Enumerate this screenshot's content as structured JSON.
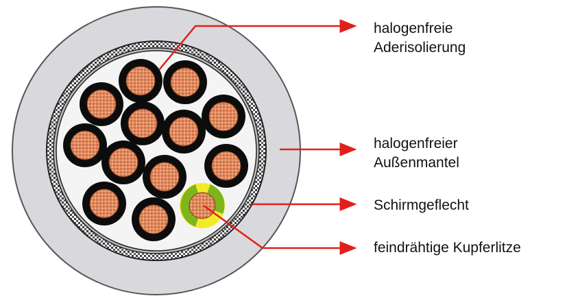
{
  "labels": {
    "insulation": [
      "halogenfreie",
      "Aderisolierung"
    ],
    "outer_sheath": [
      "halogenfreier",
      "Außenmantel"
    ],
    "shield": "Schirmgeflecht",
    "conductor": "feindrähtige Kupferlitze"
  },
  "colors": {
    "arrow": "#e0201b",
    "sheath": "#d9d9dd",
    "core_insulation": "#0c0c0c",
    "copper": "#d9825a",
    "earth_green": "#7fb51c",
    "earth_yellow": "#f4ea2a",
    "filler": "#f4f4f4"
  }
}
